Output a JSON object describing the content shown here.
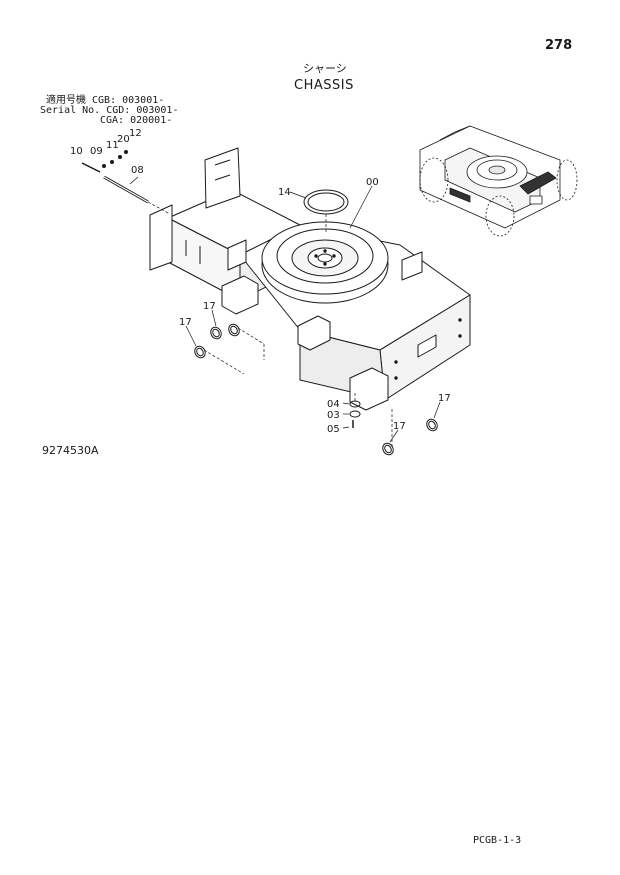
{
  "header": {
    "page_number": "278",
    "title_jp": "シャーシ",
    "title_en": "CHASSIS"
  },
  "serial": {
    "lines": [
      "適用号機 CGB: 003001-",
      "Serial No. CGD: 003001-",
      "CGA: 020001-"
    ]
  },
  "callouts": {
    "c00": "00",
    "c03": "03",
    "c04": "04",
    "c05": "05",
    "c08": "08",
    "c09": "09",
    "c10": "10",
    "c11": "11",
    "c12": "12",
    "c14": "14",
    "c17": "17",
    "c20": "20"
  },
  "footer": {
    "drawing_number": "9274530A",
    "page_code": "PCGB-1-3"
  }
}
